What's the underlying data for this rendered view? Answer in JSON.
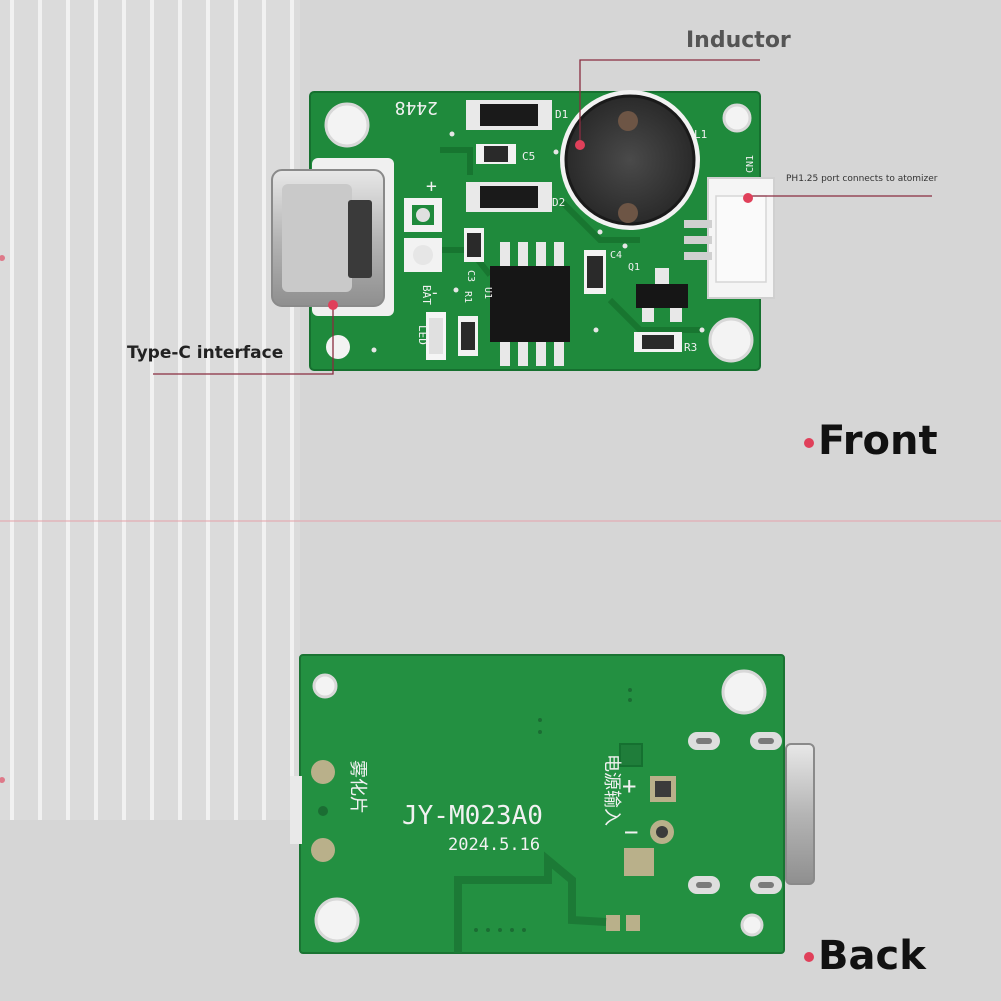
{
  "labels": {
    "inductor": "Inductor",
    "ph125": "PH1.25 port connects to atomizer",
    "typec": "Type-C interface",
    "front": "Front",
    "back": "Back"
  },
  "front_board": {
    "code": "2448",
    "silk": {
      "d1": "D1",
      "d2": "D2",
      "l1": "L1",
      "c5": "C5",
      "cn1": "CN1",
      "c4": "C4",
      "q1": "Q1",
      "r3": "R3",
      "u1": "U1",
      "r1": "R1",
      "c3": "C3",
      "bat": "BAT",
      "led": "LED",
      "plus": "+",
      "minus": "-"
    }
  },
  "back_board": {
    "model": "JY-M023A0",
    "date": "2024.5.16",
    "input_label": "电源输入",
    "atomizer_label": "雾化片",
    "plus": "+",
    "minus": "−"
  },
  "colors": {
    "pcb_green": "#1f8a3c",
    "accent_red": "#e0405a",
    "background": "#d6d6d6"
  }
}
